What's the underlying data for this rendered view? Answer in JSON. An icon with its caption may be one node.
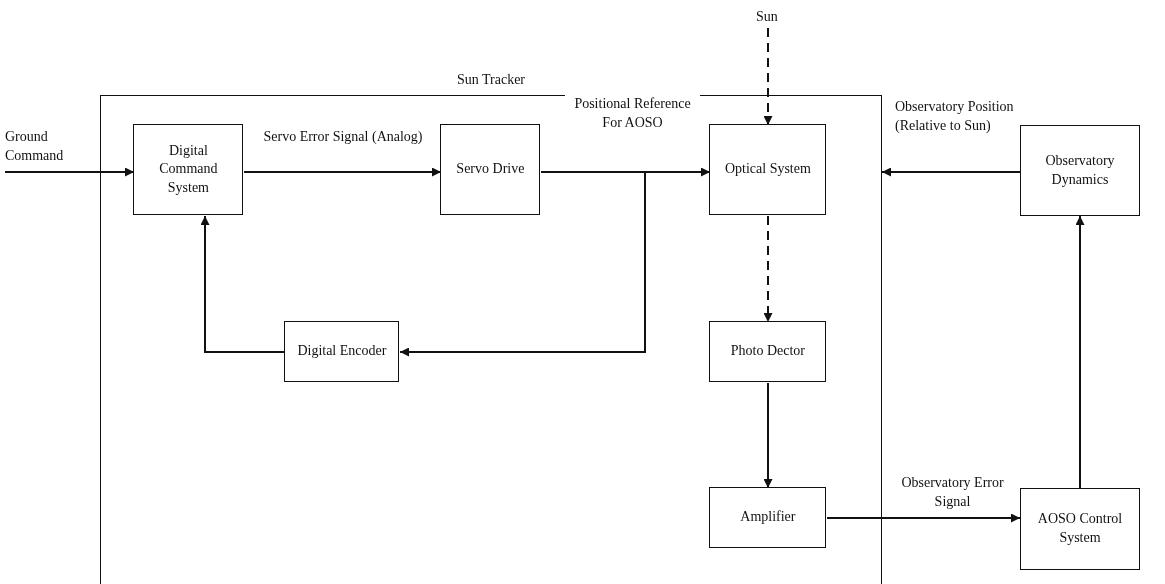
{
  "diagram": {
    "nodes": [
      {
        "text": [
          "Sun Tracker"
        ]
      },
      {
        "text": [
          "Digital Command System"
        ],
        "in": 0
      },
      {
        "text": [
          "Servo Drive"
        ],
        "in": 0
      },
      {
        "text": [
          "Optical System"
        ],
        "in": 0
      },
      {
        "text": [
          "Digital Encoder"
        ],
        "in": 0
      },
      {
        "text": [
          "Photo Dector"
        ],
        "in": 0
      },
      {
        "text": [
          "Amplifier"
        ],
        "in": 0
      },
      {
        "text": [
          "Observatory Dynamics"
        ]
      },
      {
        "text": [
          "AOSO Control System"
        ]
      },
      {
        "text": [
          "Ground Command"
        ]
      },
      {
        "text": [
          "Sun"
        ]
      }
    ],
    "edges": [
      {
        "from": 9,
        "to": 1,
        "arrow": "to"
      },
      {
        "from": 1,
        "to": 2,
        "arrow": "to",
        "label": "Servo Error Signal (Analog)"
      },
      {
        "from": 2,
        "to": 3,
        "arrow": "to",
        "label": "Positional Reference For AOSO"
      },
      {
        "from": 2,
        "to": 4,
        "arrow": "to"
      },
      {
        "from": 4,
        "to": 1,
        "arrow": "to"
      },
      {
        "from": 10,
        "to": 3,
        "arrow": "to",
        "style": "dashed"
      },
      {
        "from": 3,
        "to": 5,
        "arrow": "to",
        "style": "dashed"
      },
      {
        "from": 5,
        "to": 6,
        "arrow": "to"
      },
      {
        "from": 6,
        "to": 8,
        "arrow": "to",
        "label": "Observatory Error Signal"
      },
      {
        "from": 8,
        "to": 7,
        "arrow": "to"
      },
      {
        "from": 7,
        "to": 0,
        "arrow": "to",
        "label": "Observatory Position (Relative to Sun)"
      }
    ]
  }
}
